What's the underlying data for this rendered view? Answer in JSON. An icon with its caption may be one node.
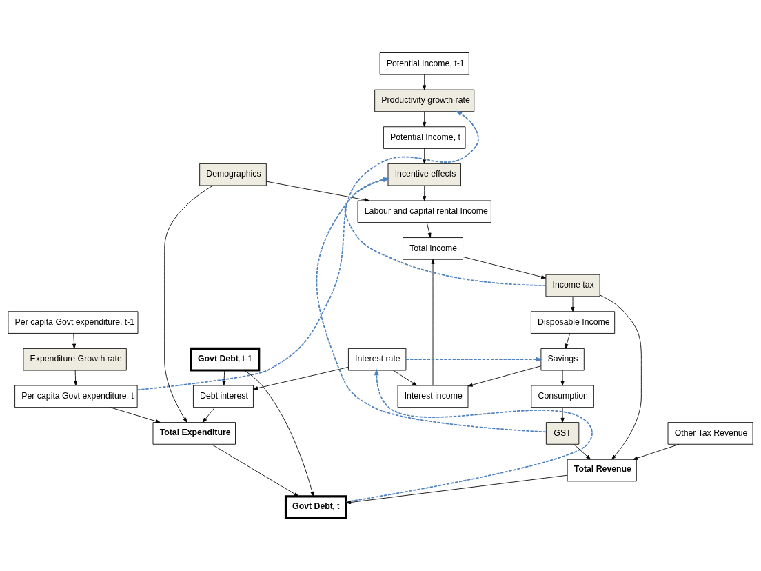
{
  "diagram": {
    "nodes": [
      {
        "text": [
          "Potential Income, t-1"
        ]
      },
      {
        "text": [
          "Productivity growth rate"
        ]
      },
      {
        "text": [
          "Potential Income, t"
        ]
      },
      {
        "text": [
          "Per capita Govt expenditure, t-1"
        ]
      },
      {
        "text": [
          "Expenditure Growth rate"
        ]
      },
      {
        "text": [
          "Per capita Govt expenditure, t"
        ]
      },
      {
        "text": [
          "**Govt Debt**, t-1"
        ]
      },
      {
        "text": [
          "Debt interest"
        ]
      },
      {
        "text": [
          "Total Expenditure"
        ]
      },
      {
        "text": [
          "Incentive effects"
        ]
      },
      {
        "text": [
          "Demographics"
        ]
      },
      {
        "text": [
          "Labour and capital rental Income"
        ]
      },
      {
        "text": [
          "**Govt Debt**, t"
        ]
      },
      {
        "text": [
          "Interest income"
        ]
      },
      {
        "text": [
          "Interest rate"
        ]
      },
      {
        "text": [
          "Total income"
        ]
      },
      {
        "text": [
          "Total Revenue"
        ]
      },
      {
        "text": [
          "Income tax"
        ]
      },
      {
        "text": [
          "Savings"
        ]
      },
      {
        "text": [
          "Disposable Income"
        ]
      },
      {
        "text": [
          "Consumption"
        ]
      },
      {
        "text": [
          "GST"
        ]
      },
      {
        "text": [
          "Other Tax Revenue"
        ]
      }
    ],
    "edges": [
      {
        "from": 0,
        "to": 1,
        "arrow": "to"
      },
      {
        "from": 1,
        "to": 2,
        "arrow": "to"
      },
      {
        "from": 2,
        "to": 9,
        "arrow": "to"
      },
      {
        "from": 3,
        "to": 4,
        "arrow": "to"
      },
      {
        "from": 4,
        "to": 5,
        "arrow": "to"
      },
      {
        "from": 5,
        "to": 1,
        "arrow": "to",
        "style": "dashed",
        "color": "#4f81bd"
      },
      {
        "from": 5,
        "to": 8,
        "arrow": "to"
      },
      {
        "from": 6,
        "to": 7,
        "arrow": "to"
      },
      {
        "from": 6,
        "to": 12,
        "arrow": "to"
      },
      {
        "from": 7,
        "to": 8,
        "arrow": "to"
      },
      {
        "from": 8,
        "to": 12,
        "arrow": "to"
      },
      {
        "from": 10,
        "to": 8,
        "arrow": "to"
      },
      {
        "from": 10,
        "to": 11,
        "arrow": "to"
      },
      {
        "from": 9,
        "to": 11,
        "arrow": "to"
      },
      {
        "from": 11,
        "to": 15,
        "arrow": "to"
      },
      {
        "from": 12,
        "to": 14,
        "arrow": "to",
        "style": "dashed",
        "color": "#4f81bd"
      },
      {
        "from": 14,
        "to": 7,
        "arrow": "to"
      },
      {
        "from": 14,
        "to": 13,
        "arrow": "to"
      },
      {
        "from": 13,
        "to": 15,
        "arrow": "to"
      },
      {
        "from": 15,
        "to": 17,
        "arrow": "to"
      },
      {
        "from": 17,
        "to": 16,
        "arrow": "to"
      },
      {
        "from": 17,
        "to": 19,
        "arrow": "to"
      },
      {
        "from": 17,
        "to": 9,
        "arrow": "to",
        "style": "dashed",
        "color": "#4f81bd"
      },
      {
        "from": 16,
        "to": 12,
        "arrow": "to"
      },
      {
        "from": 14,
        "to": 18,
        "arrow": "to",
        "style": "dashed",
        "color": "#4f81bd"
      },
      {
        "from": 18,
        "to": 13,
        "arrow": "to"
      },
      {
        "from": 19,
        "to": 18,
        "arrow": "to"
      },
      {
        "from": 18,
        "to": 20,
        "arrow": "to"
      },
      {
        "from": 20,
        "to": 21,
        "arrow": "to"
      },
      {
        "from": 21,
        "to": 16,
        "arrow": "to"
      },
      {
        "from": 22,
        "to": 16,
        "arrow": "to"
      },
      {
        "from": 21,
        "to": 9,
        "arrow": "to",
        "style": "dashed",
        "color": "#4f81bd"
      }
    ]
  }
}
